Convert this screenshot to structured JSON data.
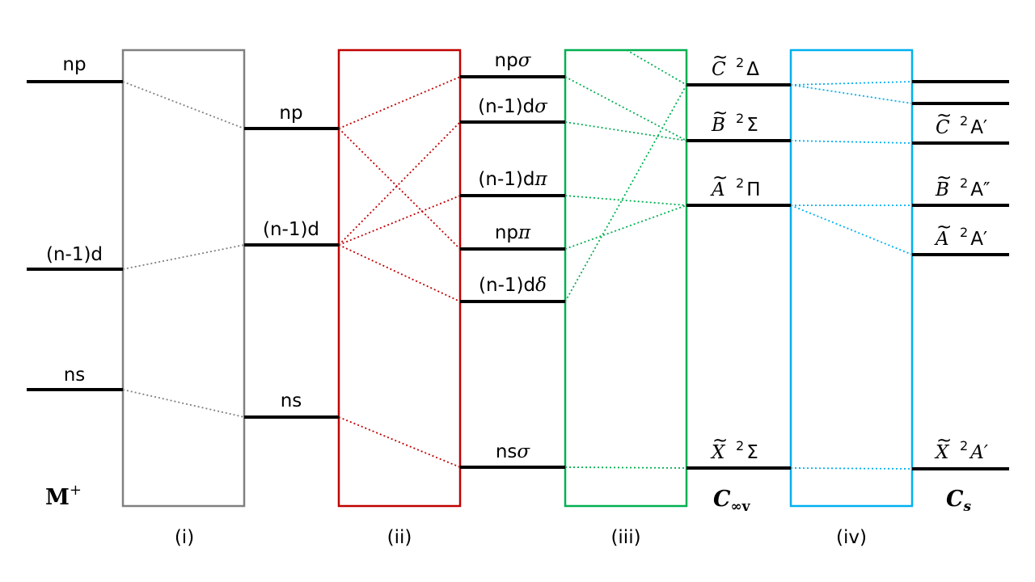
{
  "ion_label": {
    "base": "M",
    "sup": "+"
  },
  "atomic_levels": {
    "np": "np",
    "d": "(n-1)d",
    "ns": "ns"
  },
  "ligand_field_levels": {
    "np": "np",
    "d": "(n-1)d",
    "ns": "ns"
  },
  "orbital_levels": {
    "np_sigma": {
      "base": "np",
      "greek": "σ"
    },
    "d_sigma": {
      "base": "(n-1)d",
      "greek": "σ"
    },
    "d_pi": {
      "base": "(n-1)d",
      "greek": "π"
    },
    "np_pi": {
      "base": "np",
      "greek": "π"
    },
    "d_delta": {
      "base": "(n-1)d",
      "greek": "δ"
    },
    "ns_sigma": {
      "base": "ns",
      "greek": "σ"
    }
  },
  "c_inf_v_states": {
    "C": {
      "letter": "C",
      "mult": "2",
      "term": "Δ"
    },
    "B": {
      "letter": "B",
      "mult": "2",
      "term": "Σ"
    },
    "A": {
      "letter": "A",
      "mult": "2",
      "term": "Π"
    },
    "X": {
      "letter": "X",
      "mult": "2",
      "term": "Σ"
    }
  },
  "cs_states": {
    "C": {
      "letter": "C",
      "mult": "2",
      "term": "A′"
    },
    "B": {
      "letter": "B",
      "mult": "2",
      "term": "A″"
    },
    "A": {
      "letter": "A",
      "mult": "2",
      "term": "A′"
    },
    "X": {
      "letter": "X",
      "mult": "2",
      "term": "A′"
    }
  },
  "point_groups": {
    "c_inf_v": {
      "base": "C",
      "sub": "∞v"
    },
    "cs": {
      "base": "C",
      "sub": "s"
    }
  },
  "steps": [
    "(i)",
    "(ii)",
    "(iii)",
    "(iv)"
  ],
  "colors": {
    "step_i": "#808080",
    "step_ii": "#c00000",
    "step_iii": "#00b050",
    "step_iv": "#00b0f0",
    "level": "#000000"
  }
}
